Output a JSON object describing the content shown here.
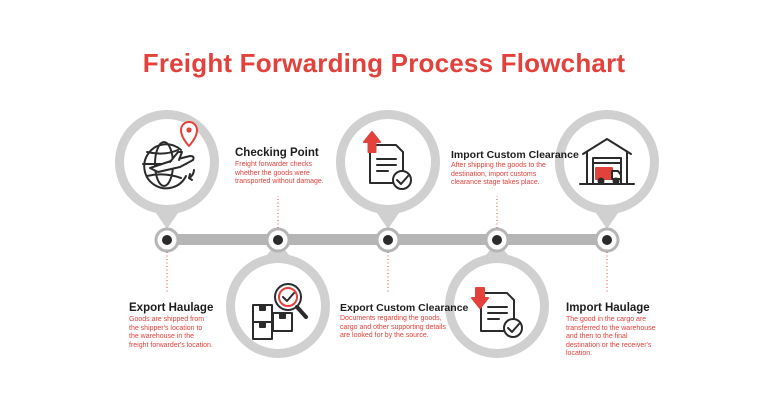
{
  "title": "Freight Forwarding Process Flowchart",
  "colors": {
    "accent": "#e3413b",
    "ring": "#d0d0d0",
    "connector": "#b5b5b5",
    "dark": "#2b2b2b"
  },
  "steps": [
    {
      "title": "Export Haulage",
      "description": "Goods are shipped from the shipper's location to the warehouse in the freight forwarder's location.",
      "icon": "globe-airplane-location-icon"
    },
    {
      "title": "Checking Point",
      "description": "Freight forwarder checks whether the goods were transported without damage.",
      "icon": "magnifier-boxes-icon"
    },
    {
      "title": "Export Custom Clearance",
      "description": "Documents regarding the goods, cargo and other supporting details are looked for by the source.",
      "icon": "document-upload-check-icon"
    },
    {
      "title": "Import Custom Clearance",
      "description": "After shipping the goods to the destination, import customs clearance stage takes place.",
      "icon": "document-download-check-icon"
    },
    {
      "title": "Import Haulage",
      "description": "The good in the cargo are transferred to the warehouse and then to the final destination or the receiver's location.",
      "icon": "warehouse-truck-icon"
    }
  ]
}
